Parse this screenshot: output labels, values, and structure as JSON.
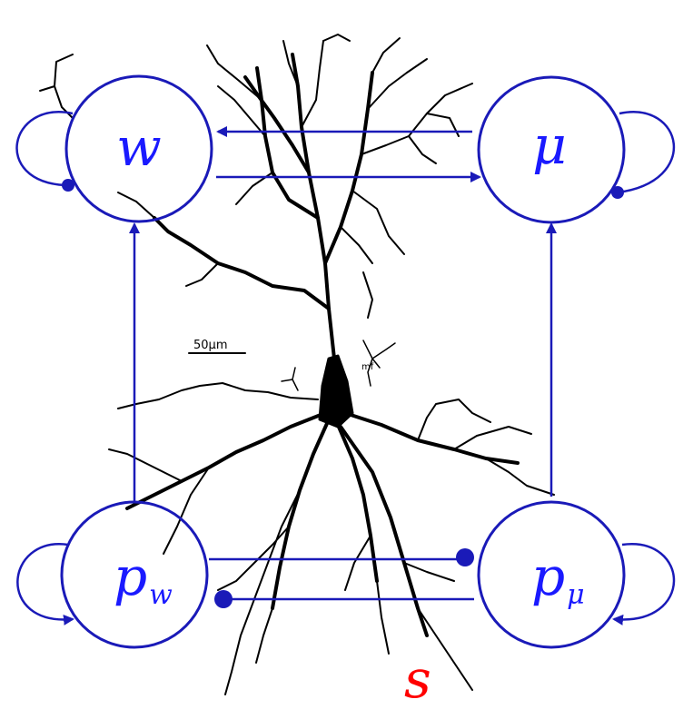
{
  "diagram": {
    "nodes": {
      "w": {
        "label": "w"
      },
      "mu": {
        "label": "μ"
      },
      "pw": {
        "label": "p",
        "subscript": "w"
      },
      "pmu": {
        "label": "p",
        "subscript": "μ"
      }
    },
    "stimulus_label": "s",
    "scale_bar_label": "50μm",
    "neuron_annotation": "mf",
    "colors": {
      "network": "#1a1ab8",
      "node_text": "#1a1aff",
      "stimulus": "#ff0000",
      "neuron": "#000000"
    }
  }
}
